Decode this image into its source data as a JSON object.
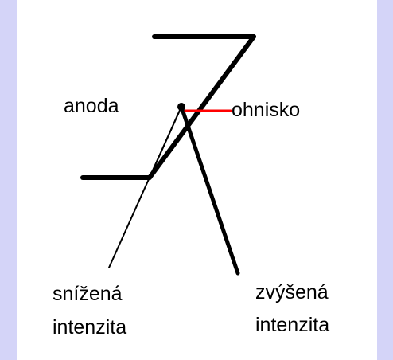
{
  "labels": {
    "anode": "anoda",
    "focus": "ohnisko",
    "reduced_line1": "snížená",
    "reduced_line2": "intenzita",
    "increased_line1": "zvýšená",
    "increased_line2": "intenzita"
  },
  "colors": {
    "background": "#d4d4f8",
    "panel": "#ffffff",
    "anode_stroke": "#000000",
    "focus_marker": "#ff0000"
  }
}
